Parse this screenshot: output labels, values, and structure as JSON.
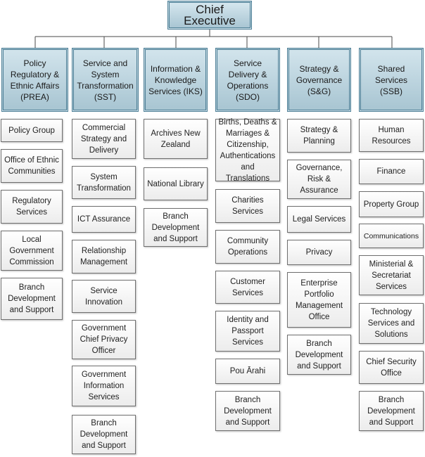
{
  "chief": "Chief Executive",
  "departments": [
    {
      "name": "Policy Regulatory & Ethnic Affairs (PREA)",
      "units": [
        "Policy Group",
        "Office of Ethnic Communities",
        "Regulatory Services",
        "Local Government Commission",
        "Branch Development and Support"
      ]
    },
    {
      "name": "Service and System Transformation (SST)",
      "units": [
        "Commercial Strategy and Delivery",
        "System Transformation",
        "ICT Assurance",
        "Relationship Management",
        "Service Innovation",
        "Government Chief Privacy Officer",
        "Government Information Services",
        "Branch Development and Support"
      ]
    },
    {
      "name": "Information & Knowledge Services (IKS)",
      "units": [
        "Archives New Zealand",
        "National Library",
        "Branch Development and Support"
      ]
    },
    {
      "name": "Service Delivery & Operations (SDO)",
      "units": [
        "Births, Deaths & Marriages & Citizenship, Authentications and Translations",
        "Charities Services",
        "Community Operations",
        "Customer Services",
        "Identity and Passport Services",
        "Pou Ārahi",
        "Branch Development and Support"
      ]
    },
    {
      "name": "Strategy & Governance (S&G)",
      "units": [
        "Strategy & Planning",
        "Governance, Risk & Assurance",
        "Legal Services",
        "Privacy",
        "Enterprise Portfolio Management Office",
        "Branch Development and Support"
      ]
    },
    {
      "name": "Shared Services (SSB)",
      "units": [
        "Human Resources",
        "Finance",
        "Property Group",
        "Communications",
        "Ministerial & Secretariat Services",
        "Technology Services and Solutions",
        "Chief Security Office",
        "Branch Development and Support"
      ]
    }
  ]
}
